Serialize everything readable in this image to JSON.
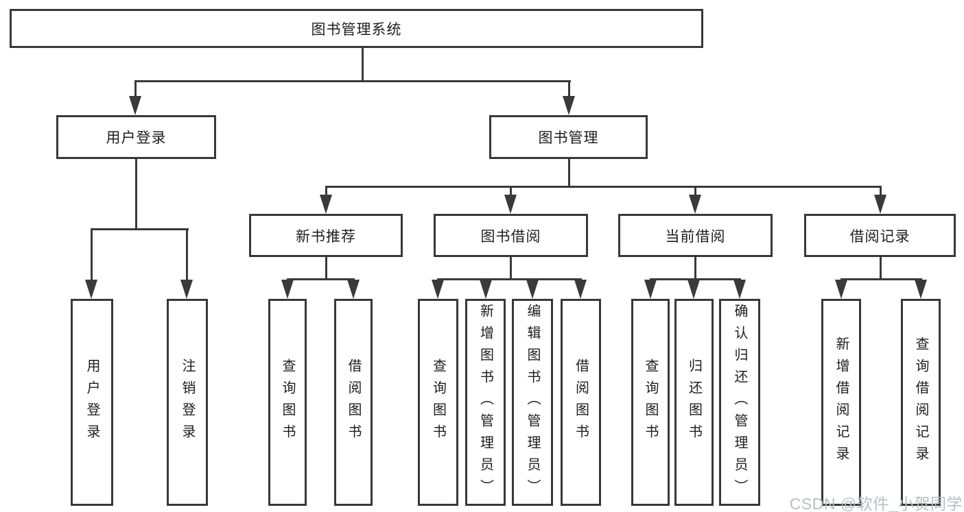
{
  "diagram_title": "图书管理系统",
  "tree": {
    "root": {
      "label": "图书管理系统"
    },
    "level2": [
      {
        "label": "用户登录",
        "children": [
          {
            "label": "用户登录"
          },
          {
            "label": "注销登录"
          }
        ]
      },
      {
        "label": "图书管理",
        "sections": [
          {
            "label": "新书推荐",
            "children": [
              {
                "label": "查询图书"
              },
              {
                "label": "借阅图书"
              }
            ]
          },
          {
            "label": "图书借阅",
            "children": [
              {
                "label": "查询图书"
              },
              {
                "label": "新增图书（管理员）"
              },
              {
                "label": "编辑图书（管理员）"
              },
              {
                "label": "借阅图书"
              }
            ]
          },
          {
            "label": "当前借阅",
            "children": [
              {
                "label": "查询图书"
              },
              {
                "label": "归还图书"
              },
              {
                "label": "确认归还（管理员）"
              }
            ]
          },
          {
            "label": "借阅记录",
            "children": [
              {
                "label": "新增借阅记录"
              },
              {
                "label": "查询借阅记录"
              }
            ]
          }
        ]
      }
    ]
  },
  "watermark": {
    "text": "CSDN @软件_小贺同学"
  },
  "colors": {
    "line": "#3a3a3a",
    "box_border": "#383838",
    "text": "#1d1d1d",
    "background": "#ffffff",
    "watermark_text": "#b9bdc4"
  }
}
